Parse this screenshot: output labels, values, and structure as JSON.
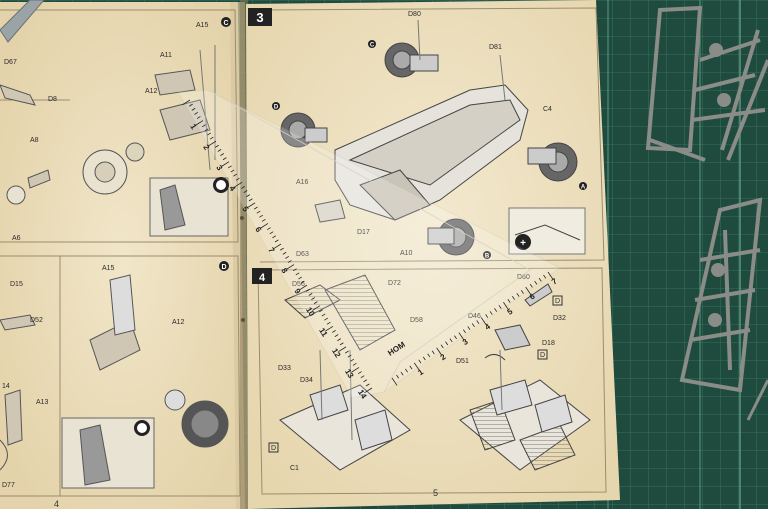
{
  "booklet": {
    "left_page": {
      "page_number": "4",
      "upper_labels": [
        "D67",
        "D8",
        "A11",
        "A12",
        "A15",
        "A8",
        "A6"
      ],
      "lower_labels": [
        "D15",
        "D52",
        "A13",
        "A15",
        "A12",
        "D77",
        "14"
      ],
      "markers": [
        "C",
        "D"
      ]
    },
    "right_page": {
      "page_number": "5",
      "step3": {
        "number": "3",
        "labels": [
          "D80",
          "D81",
          "C4",
          "D63",
          "D17",
          "A16",
          "A10",
          "D72"
        ],
        "markers": [
          "C",
          "D",
          "A",
          "B"
        ]
      },
      "step4": {
        "number": "4",
        "labels": [
          "D56",
          "D58",
          "D33",
          "D34",
          "C1",
          "D60",
          "D32",
          "D18",
          "D51",
          "D46"
        ],
        "markers": [
          "D"
        ]
      }
    }
  },
  "ruler": {
    "upper_arm_numbers": [
      "1",
      "2",
      "3",
      "4",
      "5",
      "6",
      "7",
      "8",
      "9",
      "10",
      "11",
      "12",
      "13",
      "14"
    ],
    "lower_arm_numbers": [
      "1",
      "2",
      "3",
      "4",
      "5",
      "6",
      "7"
    ],
    "brand": "HOM"
  },
  "colors": {
    "mat": "#1f4a3e",
    "paper": "#efe4c8",
    "sprue": "#8a8c88"
  }
}
